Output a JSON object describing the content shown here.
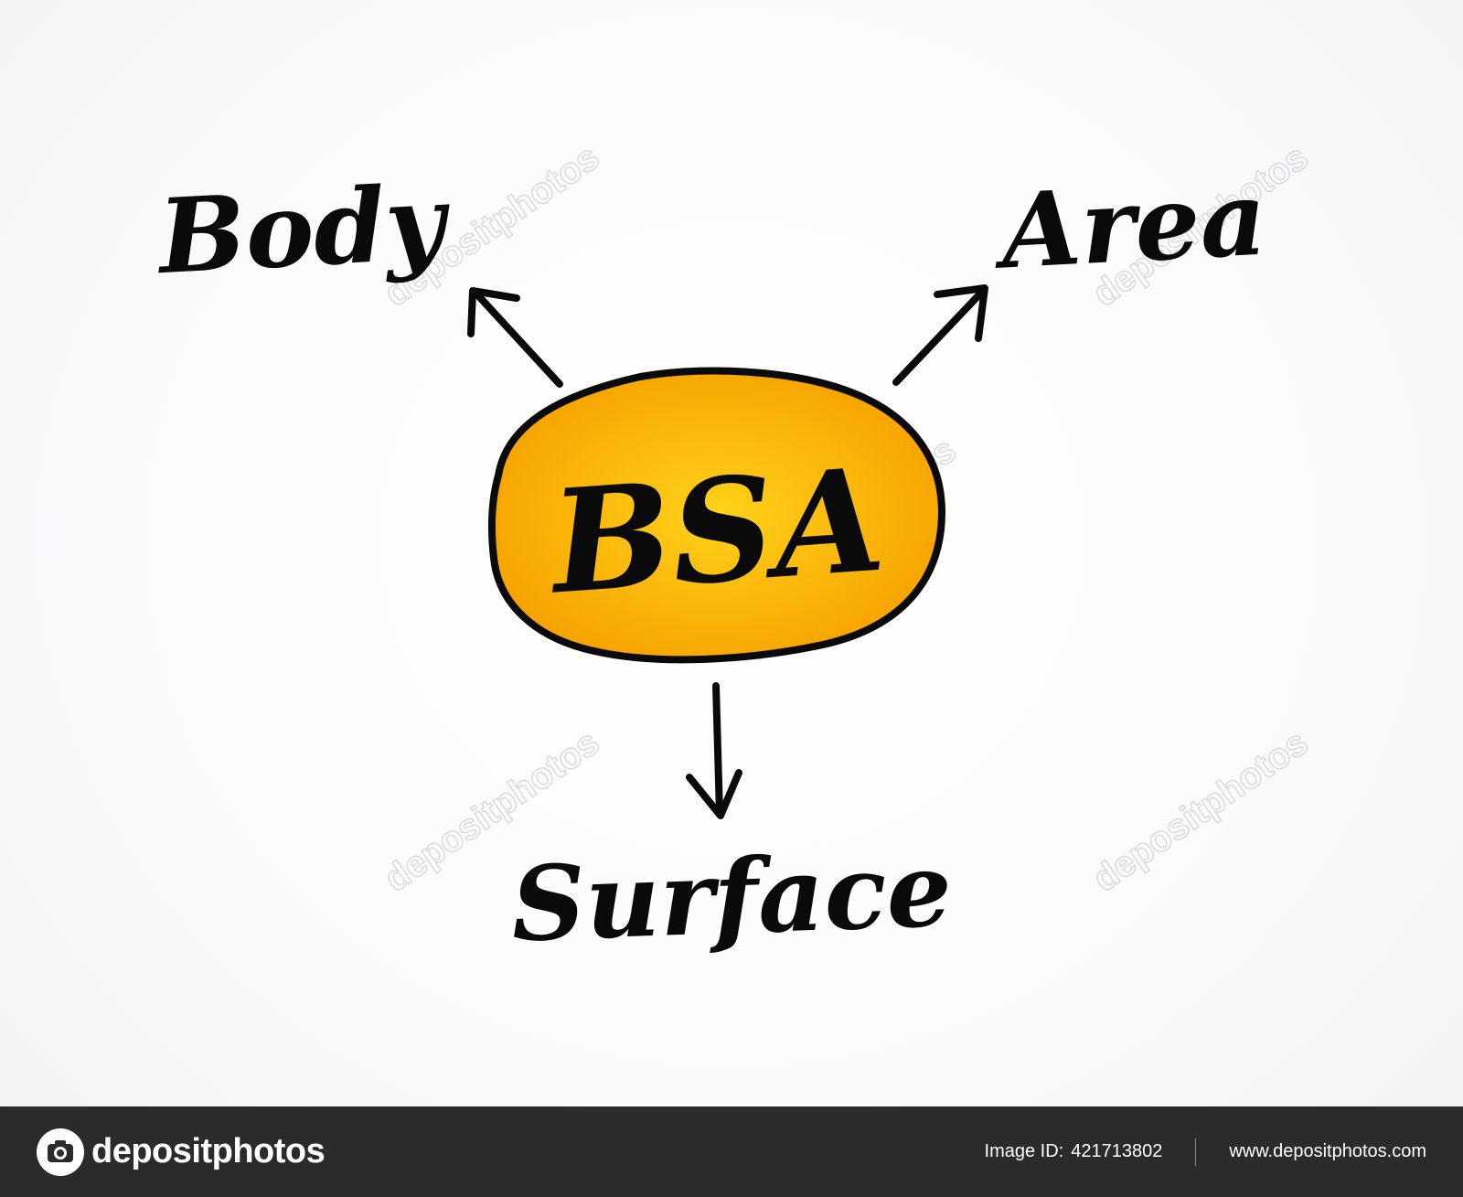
{
  "diagram": {
    "center_label": "BSA",
    "top_left_label": "Body",
    "top_right_label": "Area",
    "bottom_label": "Surface",
    "center_fill": "#f6a800",
    "center_fill_light": "#ffd21a",
    "ink_color": "#0a0a0a"
  },
  "watermark": {
    "text": "depositphotos"
  },
  "footer": {
    "brand": "depositphotos",
    "image_id_label": "Image ID:",
    "image_id": "421713802",
    "site": "www.depositphotos.com",
    "background": "#2b2b2b"
  }
}
